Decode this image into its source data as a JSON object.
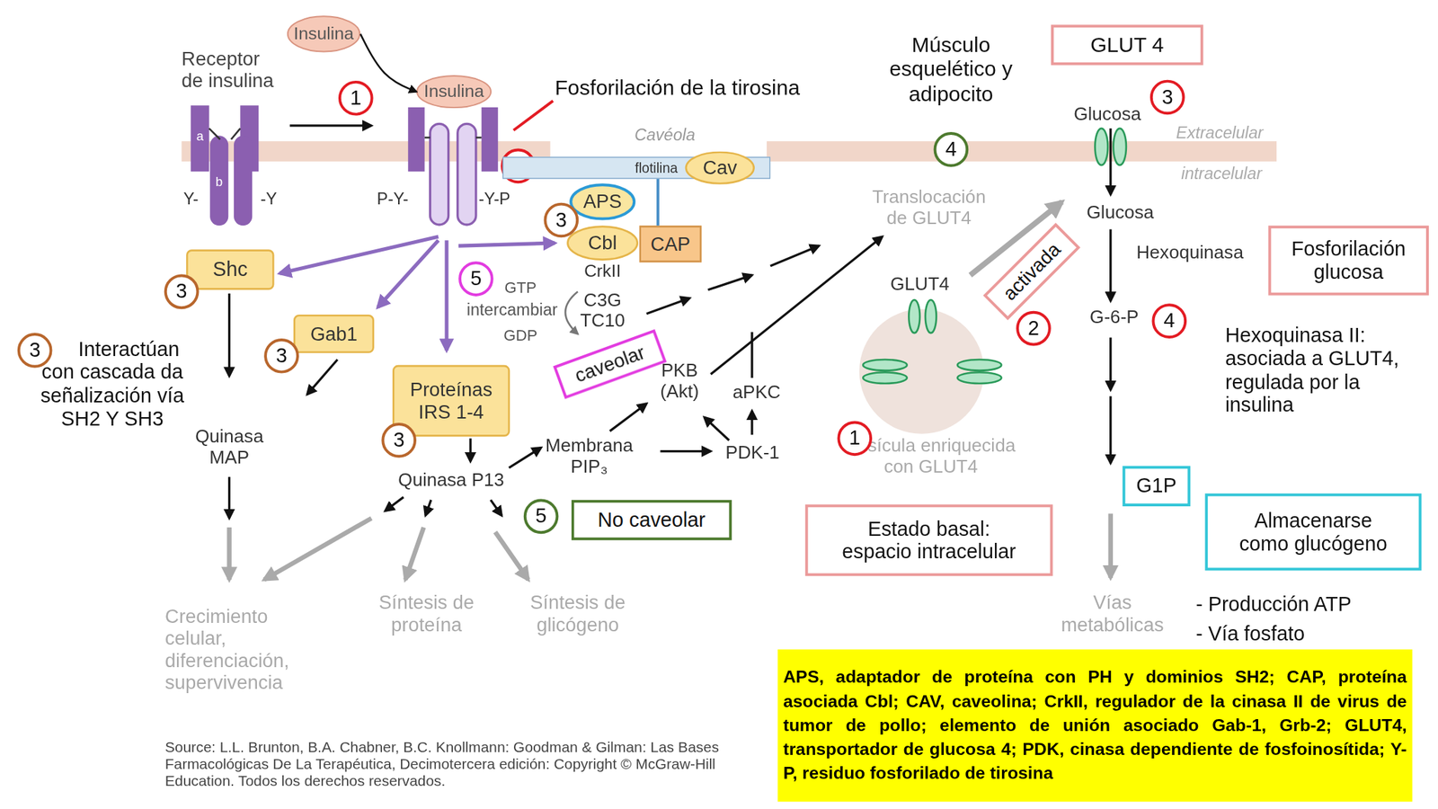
{
  "diagram": {
    "caption": "Source: L.L. Brunton, B.A. Chabner, B.C. Knollmann: Goodman & Gilman: Las Bases Farmacológicas De La Terapéutica, Decimotercera edición: Copyright © McGraw-Hill Education. Todos los derechos reservados.",
    "nodes": [
      {
        "text": [
          "Insulina"
        ]
      },
      {
        "text": [
          "Insulina"
        ]
      },
      {
        "text": [
          "1"
        ]
      },
      {
        "text": [
          "2"
        ]
      },
      {
        "text": [
          "APS"
        ]
      },
      {
        "text": [
          "Cbl"
        ]
      },
      {
        "text": [
          "CAP"
        ]
      },
      {
        "text": [
          "flotilina"
        ]
      },
      {
        "text": [
          "Cav"
        ]
      },
      {
        "text": [
          "3"
        ]
      },
      {
        "text": [
          "Shc"
        ]
      },
      {
        "text": [
          "3"
        ]
      },
      {
        "text": [
          "Gab1"
        ]
      },
      {
        "text": [
          "3"
        ]
      },
      {
        "text": [
          "Proteínas IRS 1-4"
        ]
      },
      {
        "text": [
          "3"
        ]
      },
      {
        "text": [
          "3"
        ]
      },
      {
        "text": [
          "5"
        ]
      },
      {
        "text": [
          "caveolar"
        ]
      },
      {
        "text": [
          "5"
        ]
      },
      {
        "text": [
          "No caveolar"
        ]
      },
      {
        "text": [
          "4"
        ]
      },
      {
        "text": [
          "GLUT 4"
        ]
      },
      {
        "text": [
          "3"
        ]
      },
      {
        "text": [
          "activada"
        ]
      },
      {
        "text": [
          "2"
        ]
      },
      {
        "text": [
          "1"
        ]
      },
      {
        "text": [
          "Estado basal: espacio intracelular"
        ]
      },
      {
        "text": [
          "4"
        ]
      },
      {
        "text": [
          "Fosforilación glucosa"
        ]
      },
      {
        "text": [
          "G1P"
        ]
      },
      {
        "text": [
          "Almacenarse como glucógeno"
        ]
      },
      {
        "text": [
          "APS, adaptador de proteína con PH y dominios SH2; CAP, proteína asociada Cbl; CAV, caveolina; CrkII, regulador de la cinasa II de virus de tumor de pollo; elemento de unión asociado Gab-1, Grb-2; GLUT4, transportador de glucosa 4; PDK, cinasa dependiente de fosfoinosítida; Y-P, residuo fosforilado de tirosina"
        ]
      }
    ],
    "edges": [
      {
        "from": 0,
        "to": 1,
        "arrow": "to"
      },
      {
        "from": 6,
        "to": 7,
        "arrow": "none"
      }
    ],
    "labels": [
      "Receptor de insulina",
      "a",
      "b",
      "Y-",
      "-Y",
      "P-Y-",
      "-Y-P",
      "Fosforilación de la tirosina",
      "Cavéola",
      "CrkII",
      "GTP",
      "intercambiar",
      "GDP",
      "C3G",
      "TC10",
      "Interactúan con cascada da señalización vía SH2 Y SH3",
      "Quinasa MAP",
      "Quinasa P13",
      "Membrana PIP₃",
      "PKB (Akt)",
      "aPKC",
      "PDK-1",
      "Crecimiento celular, diferenciación, supervivencia",
      "Síntesis de proteína",
      "Síntesis de glicógeno",
      "Músculo esquelético y adipocito",
      "Translocación de GLUT4",
      "GLUT4",
      "Vesícula enriquecida con GLUT4",
      "Glucosa",
      "Extracelular",
      "intracelular",
      "Glucosa",
      "Hexoquinasa",
      "G-6-P",
      "Hexoquinasa II: asociada a GLUT4, regulada por la insulina",
      "Vías metabólicas",
      "- Producción ATP",
      "- Vía fosfato"
    ]
  }
}
